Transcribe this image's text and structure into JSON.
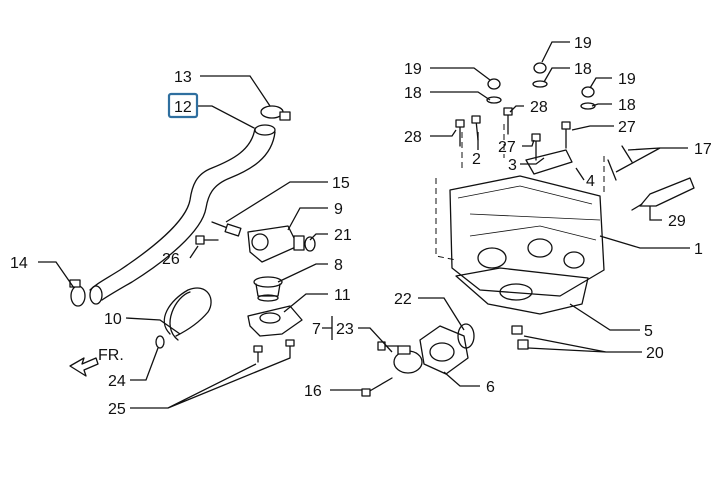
{
  "callouts": [
    {
      "id": "c12",
      "label": "12"
    },
    {
      "id": "c13",
      "label": "13"
    },
    {
      "id": "c14",
      "label": "14"
    },
    {
      "id": "c15",
      "label": "15"
    },
    {
      "id": "c9",
      "label": "9"
    },
    {
      "id": "c21",
      "label": "21"
    },
    {
      "id": "c26",
      "label": "26"
    },
    {
      "id": "c8",
      "label": "8"
    },
    {
      "id": "c11",
      "label": "11"
    },
    {
      "id": "c10",
      "label": "10"
    },
    {
      "id": "c24",
      "label": "24"
    },
    {
      "id": "c25",
      "label": "25"
    },
    {
      "id": "c22",
      "label": "22"
    },
    {
      "id": "c7",
      "label": "7"
    },
    {
      "id": "c23",
      "label": "23"
    },
    {
      "id": "c16",
      "label": "16"
    },
    {
      "id": "c6",
      "label": "6"
    },
    {
      "id": "c19a",
      "label": "19"
    },
    {
      "id": "c19b",
      "label": "19"
    },
    {
      "id": "c19c",
      "label": "19"
    },
    {
      "id": "c18a",
      "label": "18"
    },
    {
      "id": "c18b",
      "label": "18"
    },
    {
      "id": "c18c",
      "label": "18"
    },
    {
      "id": "c28a",
      "label": "28"
    },
    {
      "id": "c28b",
      "label": "28"
    },
    {
      "id": "c27a",
      "label": "27"
    },
    {
      "id": "c27b",
      "label": "27"
    },
    {
      "id": "c2",
      "label": "2"
    },
    {
      "id": "c3",
      "label": "3"
    },
    {
      "id": "c4",
      "label": "4"
    },
    {
      "id": "c17",
      "label": "17"
    },
    {
      "id": "c29",
      "label": "29"
    },
    {
      "id": "c1",
      "label": "1"
    },
    {
      "id": "c5",
      "label": "5"
    },
    {
      "id": "c20",
      "label": "20"
    }
  ],
  "direction_marker": {
    "label": "FR."
  },
  "highlighted_callout": "c12",
  "colors": {
    "highlight": "#2f6f9f",
    "ink": "#111111"
  }
}
